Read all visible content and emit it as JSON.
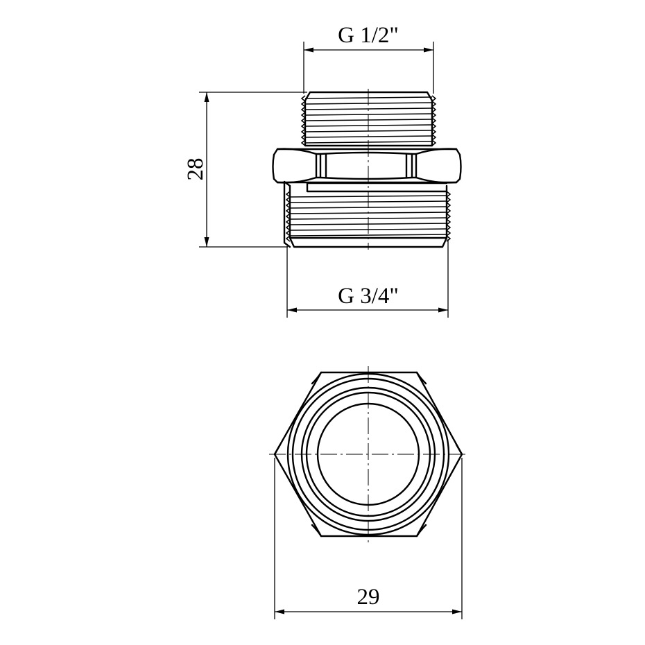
{
  "dimensions": {
    "top_thread": "G 1/2\"",
    "bottom_thread": "G 3/4\"",
    "length": "28",
    "hex_width": "29"
  }
}
